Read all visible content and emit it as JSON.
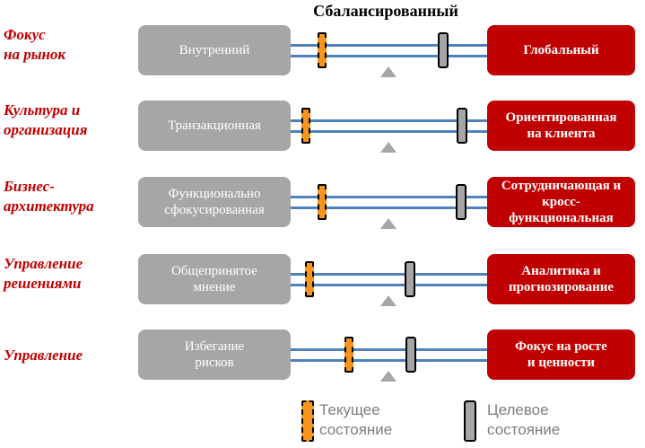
{
  "header": {
    "title": "Сбалансированный"
  },
  "rows": [
    {
      "category": "Фокус\nна рынок",
      "left": "Внутренний",
      "right": "Глобальный"
    },
    {
      "category": "Культура и\nорганизация",
      "left": "Транзакционная",
      "right": "Ориентированная\nна клиента"
    },
    {
      "category": "Бизнес-\nархитектура",
      "left": "Функционально\nсфокусированная",
      "right": "Сотрудничающая и\nкросс-\nфункциональная"
    },
    {
      "category": "Управление\nрешениями",
      "left": "Общепринятое\nмнение",
      "right": "Аналитика и\nпрогнозирование"
    },
    {
      "category": "Управление",
      "left": "Избегание\nрисков",
      "right": "Фокус на росте\nи ценности"
    }
  ],
  "legend": {
    "current": "Текущее\nсостояние",
    "target": "Целевое\nсостояние"
  },
  "colors": {
    "accent_red": "#c00000",
    "gray": "#a6a6a6",
    "current_marker": "#f7941d",
    "track": "#4f81bd"
  }
}
